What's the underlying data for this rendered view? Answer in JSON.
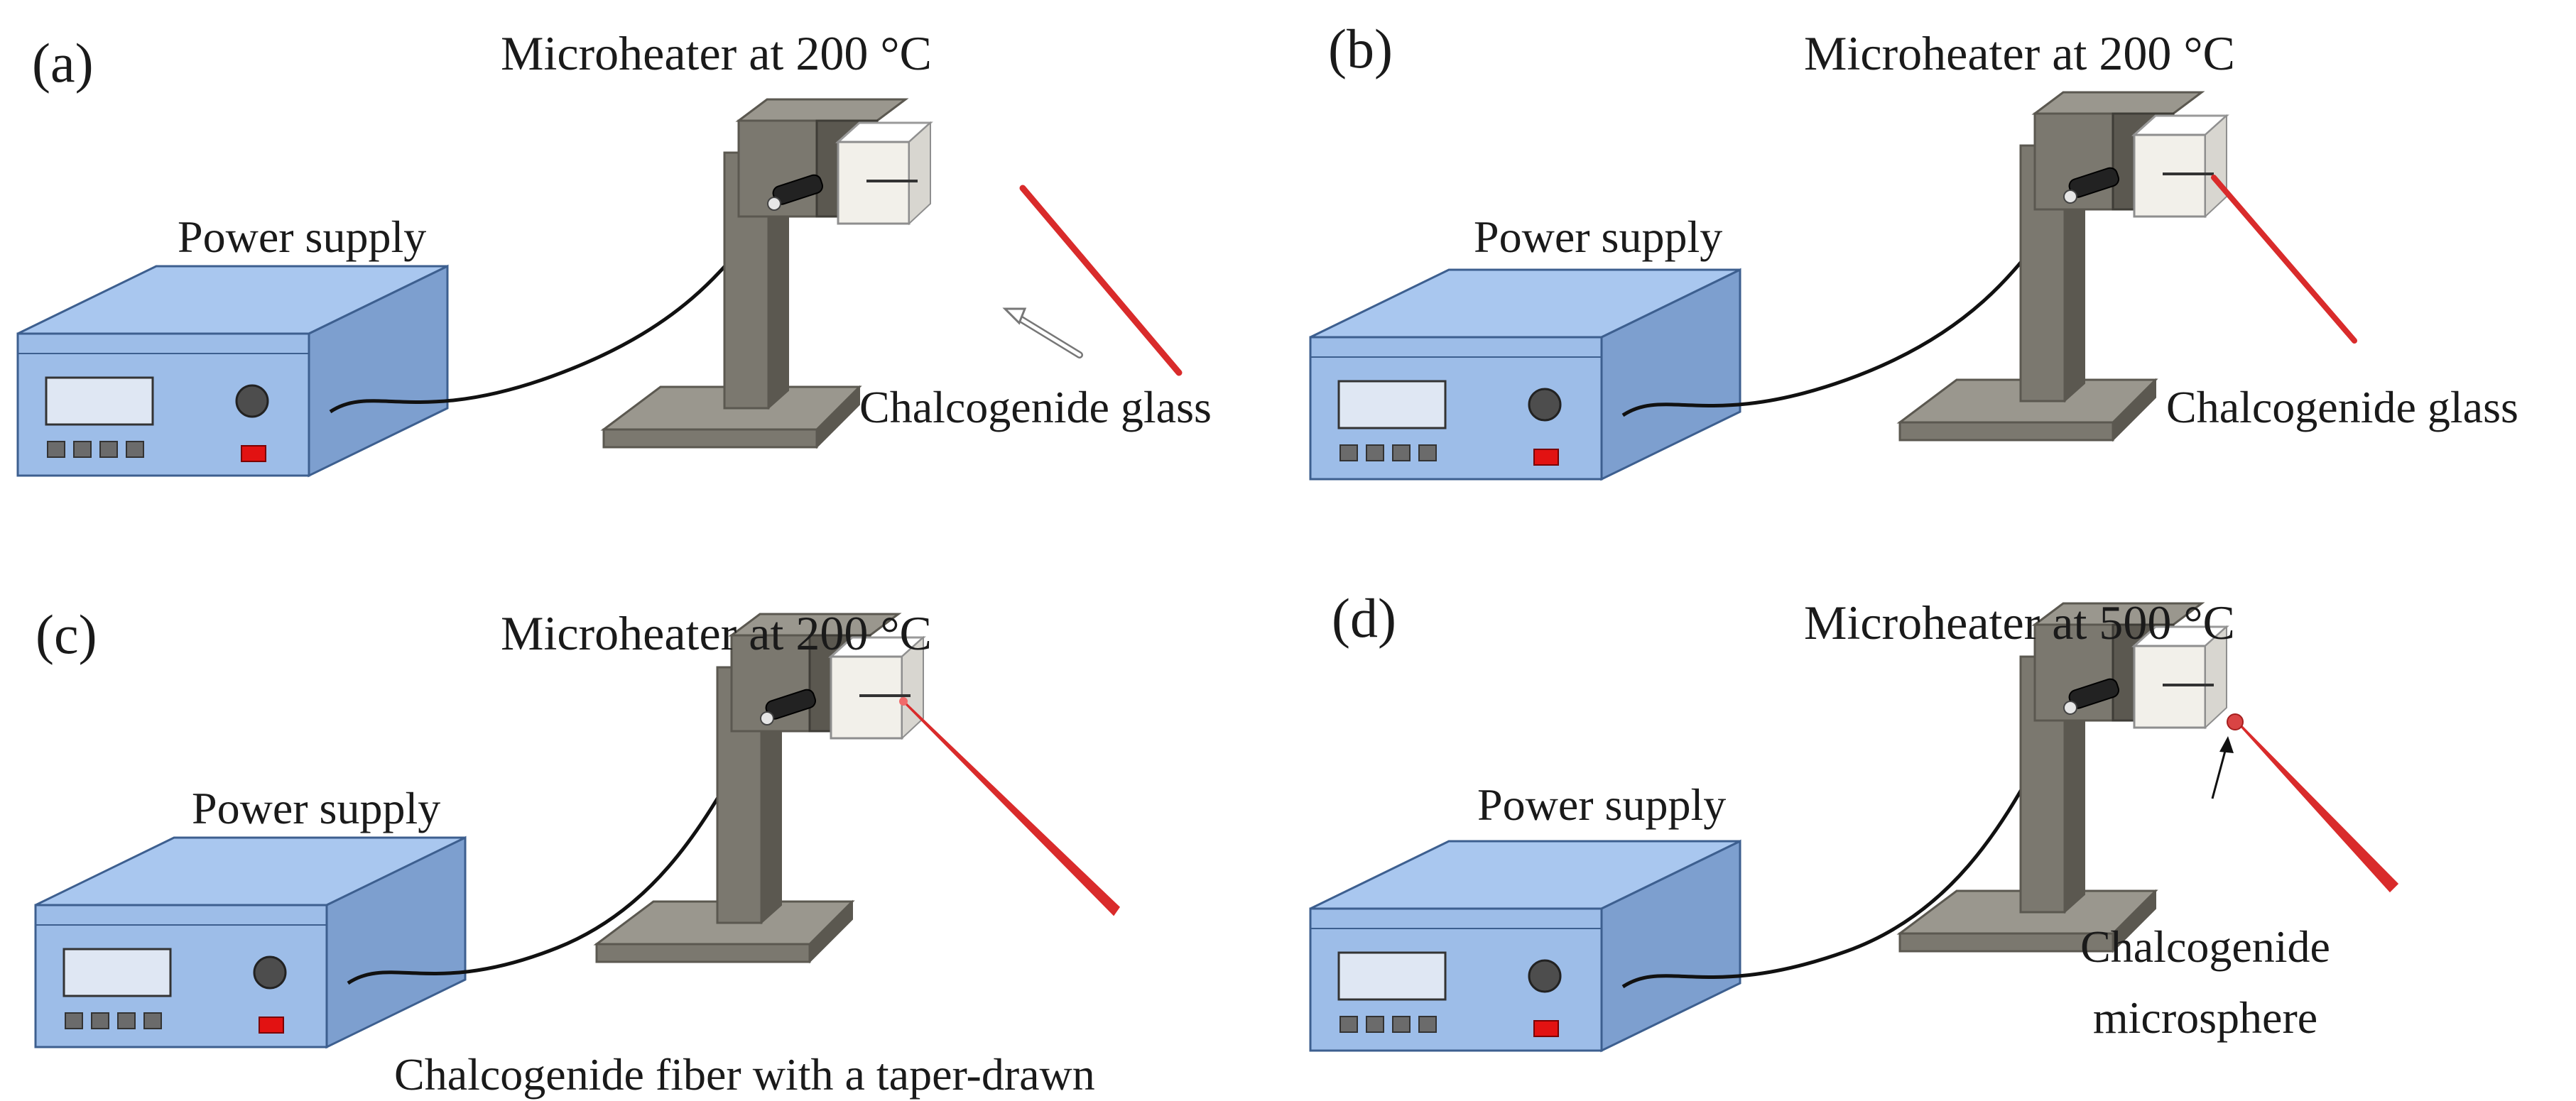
{
  "colors": {
    "box_front": "#9dbde8",
    "box_top": "#a9c7ef",
    "box_side": "#7d9fcf",
    "box_stroke": "#3d5f8f",
    "stand": "#7b786f",
    "stand_light": "#9a978e",
    "stand_dark": "#5b5850",
    "heater": "#f2f0ea",
    "fiber": "#d92b2b",
    "button": "#e21212",
    "cable": "#111111"
  },
  "panels": [
    {
      "letter": "(a)",
      "heater_label": "Microheater at 200 °C",
      "power_label": "Power supply",
      "sample_label": [
        "Chalcogenide glass"
      ]
    },
    {
      "letter": "(b)",
      "heater_label": "Microheater at 200 °C",
      "power_label": "Power supply",
      "sample_label": [
        "Chalcogenide glass"
      ]
    },
    {
      "letter": "(c)",
      "heater_label": "Microheater at 200 °C",
      "power_label": "Power supply",
      "sample_label": [
        "Chalcogenide fiber with a taper-drawn"
      ]
    },
    {
      "letter": "(d)",
      "heater_label": "Microheater at 500 °C",
      "power_label": "Power supply",
      "sample_label": [
        "Chalcogenide",
        "microsphere"
      ]
    }
  ]
}
